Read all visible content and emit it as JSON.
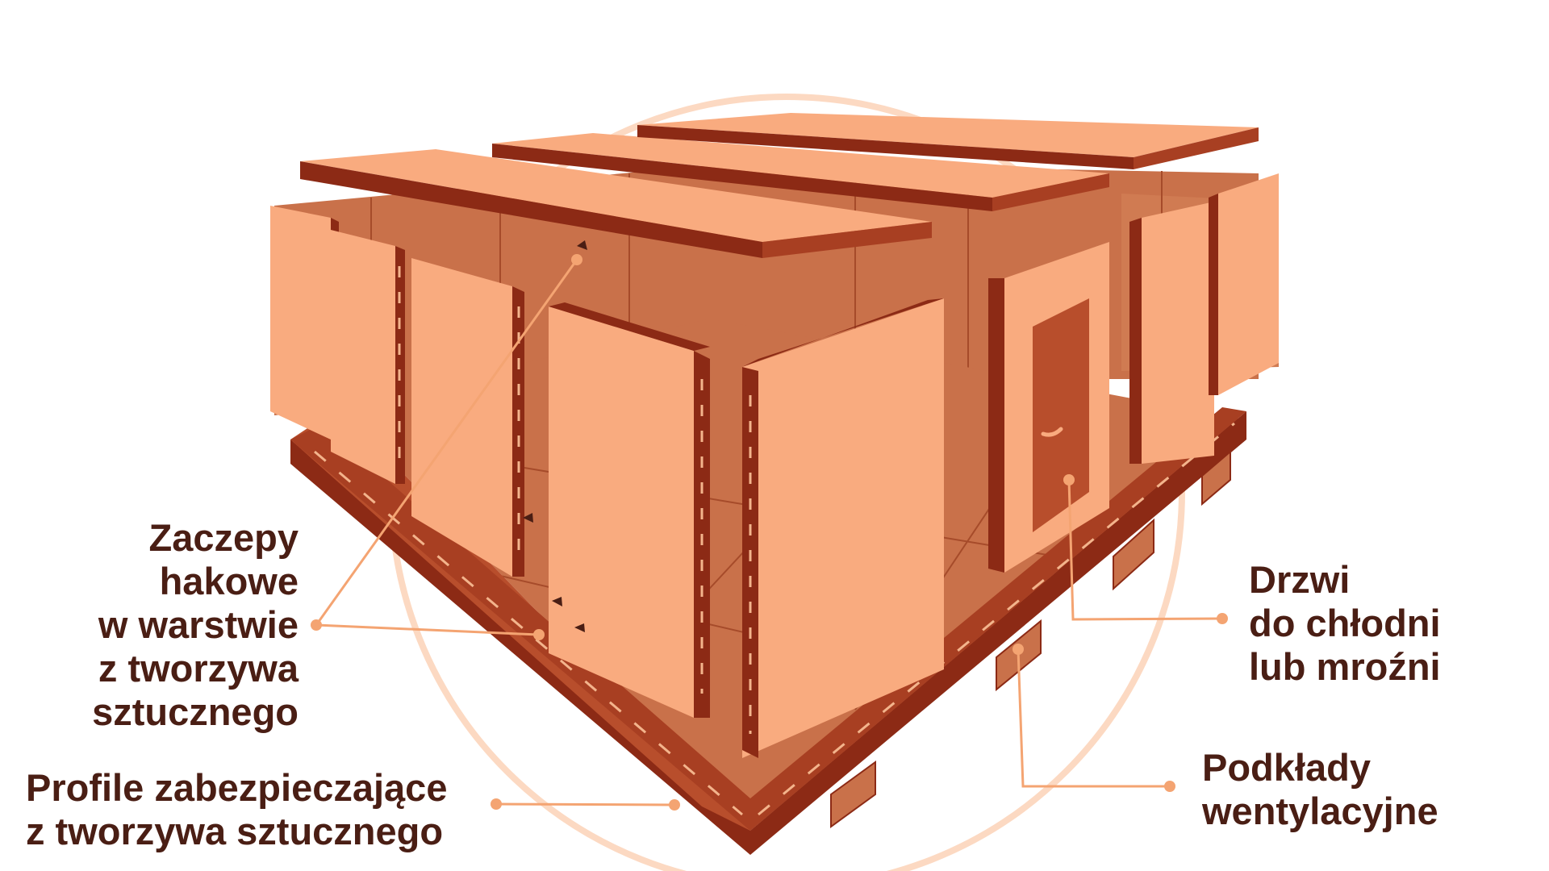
{
  "labels": {
    "hooks": {
      "lines": [
        "Zaczepy",
        "hakowe",
        "w warstwie",
        "z tworzywa",
        "sztucznego"
      ]
    },
    "profiles": {
      "lines": [
        "Profile zabezpieczające",
        "z tworzywa sztucznego"
      ]
    },
    "door": {
      "lines": [
        "Drzwi",
        "do chłodni",
        "lub mroźni"
      ]
    },
    "pads": {
      "lines": [
        "Podkłady",
        "wentylacyjne"
      ]
    }
  },
  "colors": {
    "panel_light": "#f9ab7f",
    "panel_mid": "#c9714a",
    "panel_dark": "#8c2a15",
    "text": "#4a1e14",
    "callout": "#f4a472",
    "circle": "#fcd9c2"
  }
}
